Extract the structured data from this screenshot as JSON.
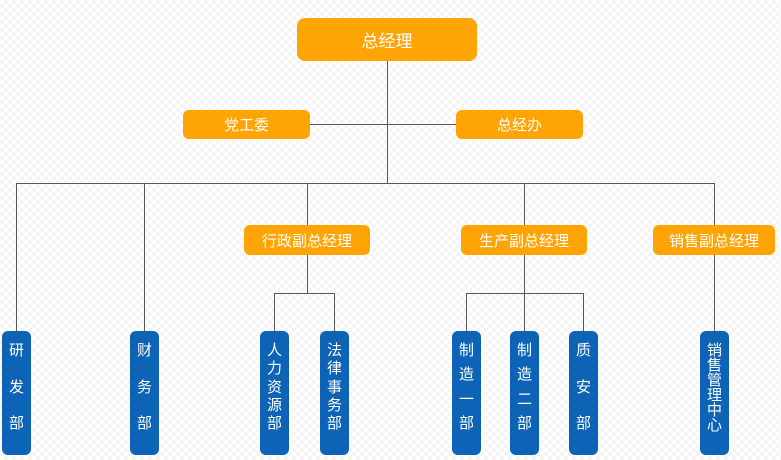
{
  "colors": {
    "orange": "#FFA405",
    "blue": "#0D63B5",
    "line": "#595959",
    "text": "#FFFFFF",
    "checker": "#F5F5F5"
  },
  "org": {
    "root": {
      "label": "总经理"
    },
    "staff": [
      {
        "label": "党工委",
        "parent": "总经理"
      },
      {
        "label": "总经办",
        "parent": "总经理"
      }
    ],
    "vps": [
      {
        "label": "行政副总经理",
        "parent": "总经理"
      },
      {
        "label": "生产副总经理",
        "parent": "总经理"
      },
      {
        "label": "销售副总经理",
        "parent": "总经理"
      }
    ],
    "departments": [
      {
        "label": "研发部",
        "parent": "总经理"
      },
      {
        "label": "财务部",
        "parent": "总经理"
      },
      {
        "label": "人力资源部",
        "parent": "行政副总经理"
      },
      {
        "label": "法律事务部",
        "parent": "行政副总经理"
      },
      {
        "label": "制造一部",
        "parent": "生产副总经理"
      },
      {
        "label": "制造二部",
        "parent": "生产副总经理"
      },
      {
        "label": "质安部",
        "parent": "生产副总经理"
      },
      {
        "label": "销售管理中心",
        "parent": "销售副总经理"
      }
    ]
  }
}
